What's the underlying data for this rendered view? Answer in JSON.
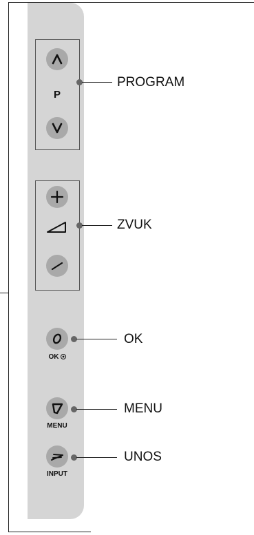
{
  "program": {
    "label": "PROGRAM",
    "p_glyph": "P"
  },
  "volume": {
    "label": "ZVUK"
  },
  "ok": {
    "label": "OK",
    "caption": "OK"
  },
  "menu": {
    "label": "MENU",
    "caption": "MENU"
  },
  "input": {
    "label": "UNOS",
    "caption": "INPUT"
  },
  "colors": {
    "panel": "#d5d5d5",
    "button": "#a9a9a9",
    "dot": "#666666",
    "line": "#222222"
  }
}
